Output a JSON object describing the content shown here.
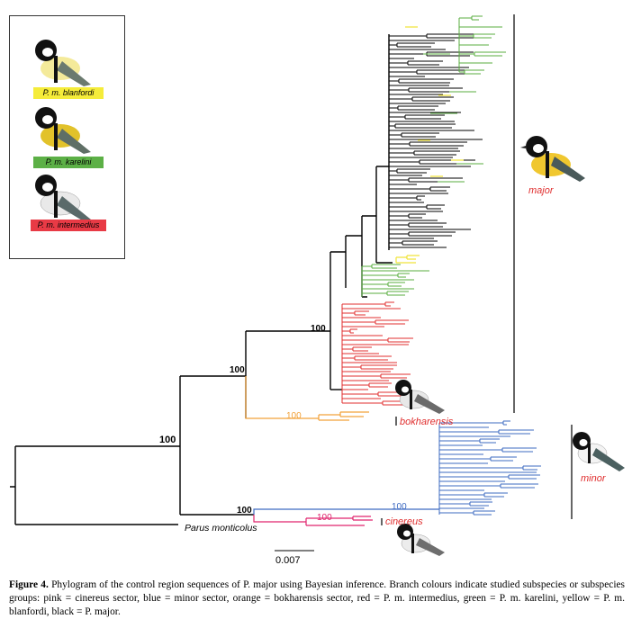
{
  "legend": {
    "items": [
      {
        "label": "P. m. blanfordi",
        "color": "#f5ec3a"
      },
      {
        "label": "P. m. karelini",
        "color": "#5cb046"
      },
      {
        "label": "P. m. intermedius",
        "color": "#e83a45"
      }
    ]
  },
  "clades": {
    "major": "major",
    "bokharensis": "bokharensis",
    "minor": "minor",
    "cinereus": "cinereus",
    "outgroup": "Parus monticolus"
  },
  "bootstrap": {
    "root": "100",
    "node_a": "100",
    "node_b": "100",
    "bokharensis": "100",
    "minor_cinereus": "100",
    "minor": "100",
    "cinereus": "100"
  },
  "scale_bar": "0.007",
  "colors": {
    "pink": "#e0256e",
    "blue": "#3e6bc2",
    "orange": "#f2a23a",
    "red": "#e02f2f",
    "green": "#58ad3f",
    "yellow": "#f0e43a",
    "black": "#000000"
  },
  "caption": {
    "label": "Figure 4.",
    "text": "Phylogram of the control region sequences of P. major using Bayesian inference. Branch colours indicate studied subspecies or subspecies groups: pink = cinereus sector, blue = minor sector, orange = bokharensis sector, red = P. m. intermedius, green = P. m. karelini, yellow = P. m. blanfordi, black = P. major."
  }
}
